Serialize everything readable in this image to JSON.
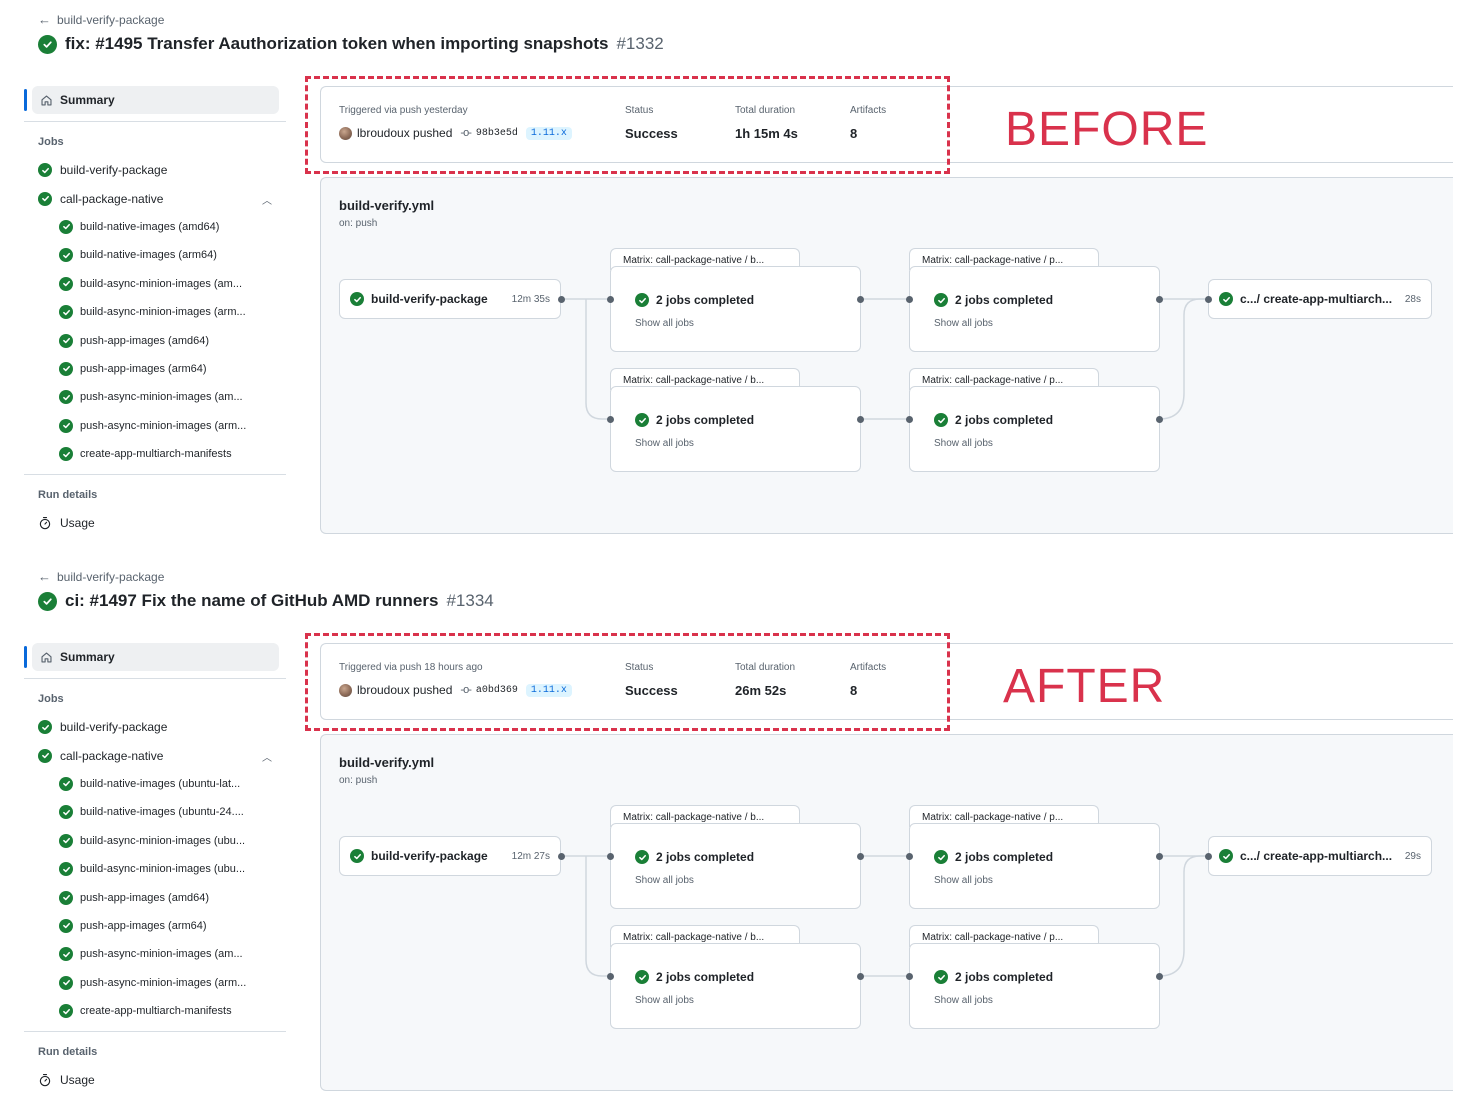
{
  "colors": {
    "success": "#1a7f37",
    "accent": "#0969da",
    "annotation": "#d9324c",
    "muted": "#59636e"
  },
  "icons": [
    "arrow-left-icon",
    "check-circle-icon",
    "home-icon",
    "chevron-up-icon",
    "stopwatch-icon",
    "commit-icon",
    "avatar"
  ],
  "before": {
    "back_label": "build-verify-package",
    "title": "fix: #1495 Transfer Aauthorization token when importing snapshots",
    "run_number": "#1332",
    "sidebar": {
      "summary": "Summary",
      "jobs_heading": "Jobs",
      "jobs": [
        "build-verify-package",
        "call-package-native"
      ],
      "sub_jobs": [
        "build-native-images (amd64)",
        "build-native-images (arm64)",
        "build-async-minion-images (am...",
        "build-async-minion-images (arm...",
        "push-app-images (amd64)",
        "push-app-images (arm64)",
        "push-async-minion-images (am...",
        "push-async-minion-images (arm...",
        "create-app-multiarch-manifests"
      ],
      "run_details_heading": "Run details",
      "usage": "Usage"
    },
    "summary": {
      "triggered_label": "Triggered via push yesterday",
      "user": "lbroudoux pushed",
      "sha": "98b3e5d",
      "branch": "1.11.x",
      "status_label": "Status",
      "status_value": "Success",
      "duration_label": "Total duration",
      "duration_value": "1h 15m 4s",
      "artifacts_label": "Artifacts",
      "artifacts_value": "8"
    },
    "annotation": "BEFORE",
    "graph": {
      "workflow": "build-verify.yml",
      "trigger": "on: push",
      "first_job": "build-verify-package",
      "first_job_duration": "12m 35s",
      "matrix_a_title": "Matrix: call-package-native / b...",
      "matrix_b_title": "Matrix: call-package-native / p...",
      "jobs_completed": "2 jobs completed",
      "show_all": "Show all jobs",
      "last_job": "c.../ create-app-multiarch...",
      "last_job_duration": "28s"
    }
  },
  "after": {
    "back_label": "build-verify-package",
    "title": "ci: #1497 Fix the name of GitHub AMD runners",
    "run_number": "#1334",
    "sidebar": {
      "summary": "Summary",
      "jobs_heading": "Jobs",
      "jobs": [
        "build-verify-package",
        "call-package-native"
      ],
      "sub_jobs": [
        "build-native-images (ubuntu-lat...",
        "build-native-images (ubuntu-24....",
        "build-async-minion-images (ubu...",
        "build-async-minion-images (ubu...",
        "push-app-images (amd64)",
        "push-app-images (arm64)",
        "push-async-minion-images (am...",
        "push-async-minion-images (arm...",
        "create-app-multiarch-manifests"
      ],
      "run_details_heading": "Run details",
      "usage": "Usage"
    },
    "summary": {
      "triggered_label": "Triggered via push 18 hours ago",
      "user": "lbroudoux pushed",
      "sha": "a0bd369",
      "branch": "1.11.x",
      "status_label": "Status",
      "status_value": "Success",
      "duration_label": "Total duration",
      "duration_value": "26m 52s",
      "artifacts_label": "Artifacts",
      "artifacts_value": "8"
    },
    "annotation": "AFTER",
    "graph": {
      "workflow": "build-verify.yml",
      "trigger": "on: push",
      "first_job": "build-verify-package",
      "first_job_duration": "12m 27s",
      "matrix_a_title": "Matrix: call-package-native / b...",
      "matrix_b_title": "Matrix: call-package-native / p...",
      "jobs_completed": "2 jobs completed",
      "show_all": "Show all jobs",
      "last_job": "c.../ create-app-multiarch...",
      "last_job_duration": "29s"
    }
  }
}
